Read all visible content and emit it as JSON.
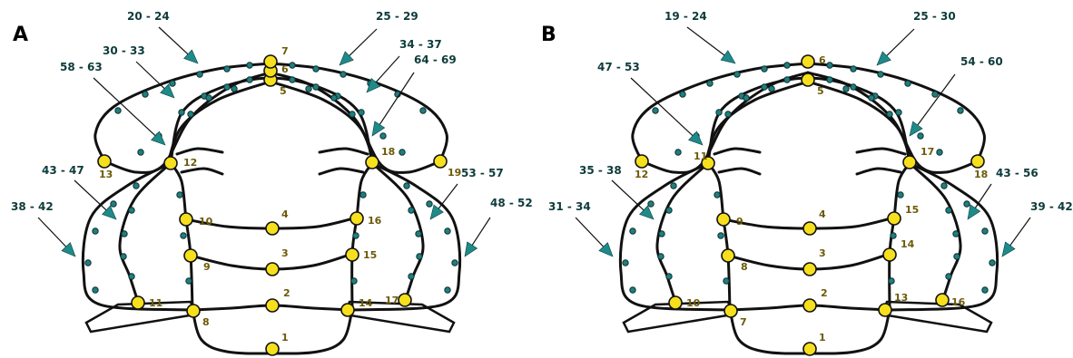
{
  "panels": [
    {
      "letter": "A",
      "landmarks": [
        "1",
        "2",
        "3",
        "4",
        "5",
        "6",
        "7",
        "8",
        "9",
        "10",
        "11",
        "12",
        "13",
        "14",
        "15",
        "16",
        "17",
        "18",
        "19"
      ],
      "ranges": [
        "20 - 24",
        "25 - 29",
        "30 - 33",
        "34 - 37",
        "58 - 63",
        "64 - 69",
        "43 - 47",
        "53 - 57",
        "38 - 42",
        "48 - 52"
      ]
    },
    {
      "letter": "B",
      "landmarks": [
        "1",
        "2",
        "3",
        "4",
        "5",
        "6",
        "7",
        "8",
        "9",
        "10",
        "11",
        "12",
        "13",
        "14",
        "15",
        "16",
        "17",
        "18"
      ],
      "ranges": [
        "19 - 24",
        "25 - 30",
        "47 - 53",
        "54 - 60",
        "35 - 38",
        "43 - 56",
        "31 - 34",
        "39 - 42"
      ]
    }
  ],
  "colors": {
    "landmark_fill": "#f6df1c",
    "semilandmark_fill": "#1f7f7f",
    "label_text": "#0f3b3b",
    "number_text": "#6b5a08",
    "outline": "#111111"
  }
}
